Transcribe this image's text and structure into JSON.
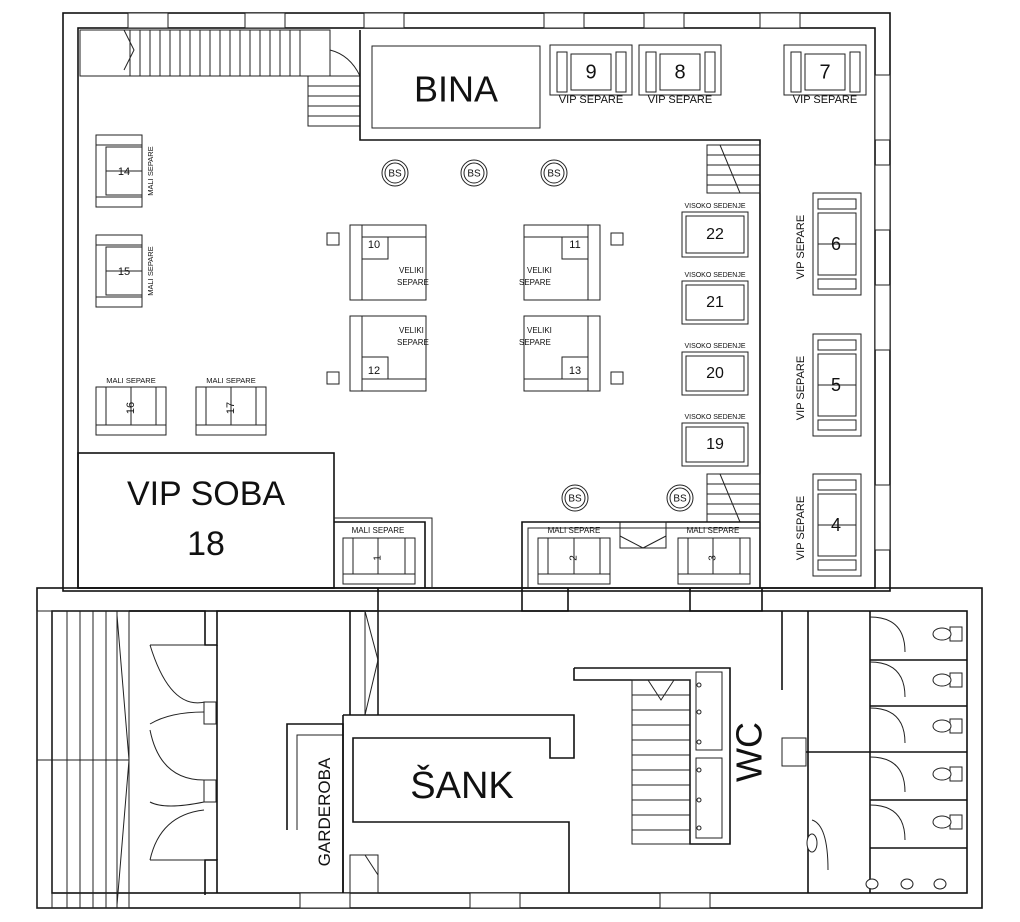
{
  "rooms": {
    "stage": "BINA",
    "vip_room_line1": "VIP SOBA",
    "vip_room_line2": "18",
    "bar": "ŠANK",
    "wardrobe": "GARDEROBA",
    "toilet": "WC"
  },
  "labels": {
    "vip_separe": "VIP SEPARE",
    "mali_separe": "MALI SEPARE",
    "veliki_separe_l1": "VELIKI",
    "veliki_separe_l2": "SEPARE",
    "visoko_sedenje": "VISOKO SEDENJE",
    "bs": "BS"
  },
  "tables": {
    "t1": "1",
    "t2": "2",
    "t3": "3",
    "t4": "4",
    "t5": "5",
    "t6": "6",
    "t7": "7",
    "t8": "8",
    "t9": "9",
    "t10": "10",
    "t11": "11",
    "t12": "12",
    "t13": "13",
    "t14": "14",
    "t15": "15",
    "t16": "16",
    "t17": "17",
    "t19": "19",
    "t20": "20",
    "t21": "21",
    "t22": "22"
  }
}
